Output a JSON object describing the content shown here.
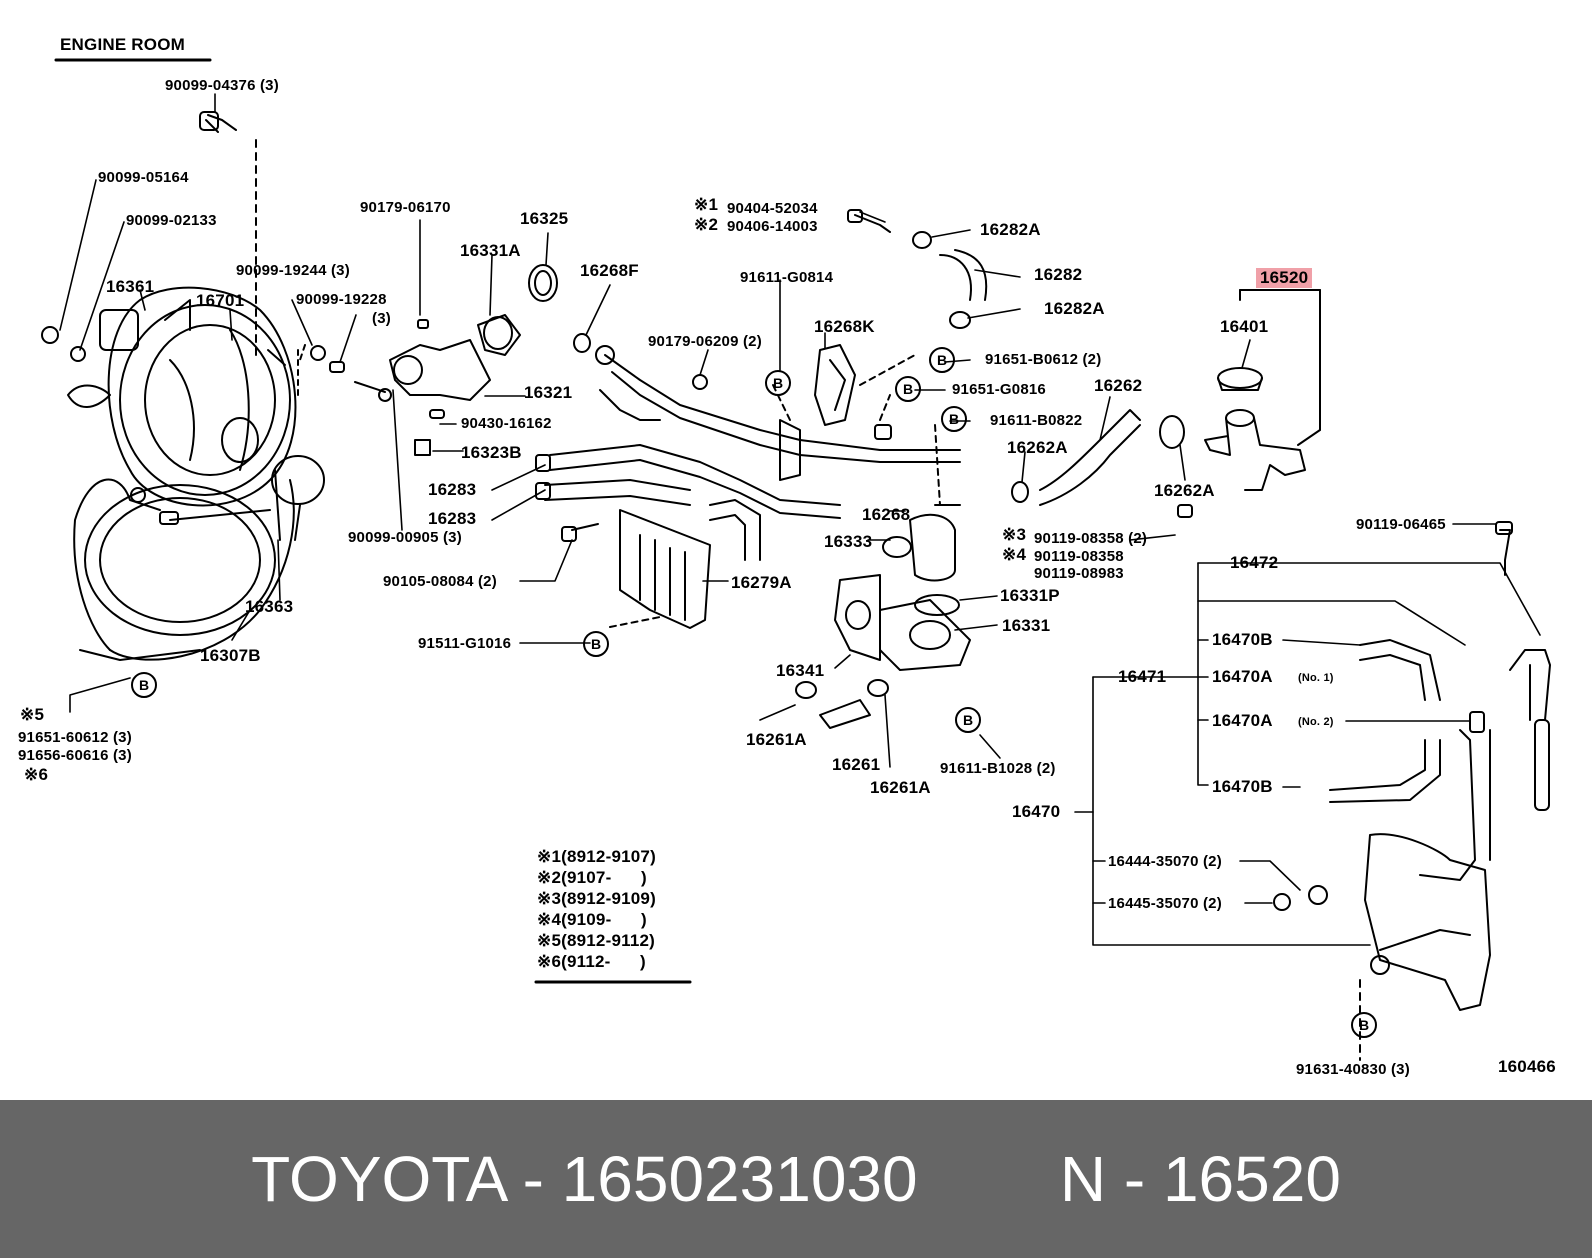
{
  "colors": {
    "highlight": "#f0a0a8",
    "footer_bg": "#666666",
    "footer_text": "#ffffff"
  },
  "diagram": {
    "section_title": "ENGINE ROOM",
    "figure_number": "160466",
    "bolt_marker": "B",
    "labels": {
      "l1": "90099-04376 (3)",
      "l2": "90099-05164",
      "l3": "90099-02133",
      "l4": "16361",
      "l5": "16701",
      "l6": "90099-19244 (3)",
      "l7": "90099-19228",
      "l7b": "(3)",
      "l8": "90179-06170",
      "l9": "16331A",
      "l10": "16325",
      "l11": "16268F",
      "l12": "16321",
      "l13": "90430-16162",
      "l14": "16323B",
      "l15": "16283",
      "l16": "16283",
      "l17": "90099-00905 (3)",
      "l18": "16363",
      "l19": "16307B",
      "l20": "※5",
      "l21": "91651-60612 (3)",
      "l22": "91656-60616 (3)",
      "l23": "※6",
      "l24": "90105-08084 (2)",
      "l25": "91511-G1016",
      "l26": "16279A",
      "l27": "※1",
      "l28": "90404-52034",
      "l29": "※2",
      "l30": "90406-14003",
      "l31": "16282A",
      "l32": "16282",
      "l33": "16282A",
      "l34": "91611-G0814",
      "l35": "16268K",
      "l36": "90179-06209 (2)",
      "l37": "91651-B0612 (2)",
      "l38": "91651-G0816",
      "l39": "91611-B0822",
      "l40": "16262",
      "l41": "16262A",
      "l42": "16262A",
      "l43": "16268",
      "l44": "16333",
      "l45": "※3",
      "l46": "90119-08358 (2)",
      "l47": "※4",
      "l48": "90119-08358",
      "l49": "90119-08983",
      "l50": "16331P",
      "l51": "16331",
      "l52": "16341",
      "l53": "16261A",
      "l54": "16261",
      "l55": "16261A",
      "l56": "91611-B1028 (2)",
      "l57": "16520",
      "l58": "16401",
      "l59": "90119-06465",
      "l60": "16472",
      "l61": "16470B",
      "l62": "16471",
      "l63": "16470A",
      "l64": "(No. 1)",
      "l65": "16470A",
      "l66": "(No. 2)",
      "l67": "16470B",
      "l68": "16470",
      "l69": "16444-35070 (2)",
      "l70": "16445-35070 (2)",
      "l71": "91631-40830 (3)"
    },
    "legend": [
      {
        "mark": "※1",
        "range": "(8912-9107)"
      },
      {
        "mark": "※2",
        "range": "(9107-      )"
      },
      {
        "mark": "※3",
        "range": "(8912-9109)"
      },
      {
        "mark": "※4",
        "range": "(9109-      )"
      },
      {
        "mark": "※5",
        "range": "(8912-9112)"
      },
      {
        "mark": "※6",
        "range": "(9112-      )"
      }
    ]
  },
  "footer": {
    "brand": "TOYOTA",
    "part_number": "1650231030",
    "separator": " - ",
    "gap": "        ",
    "prefix": "N",
    "part_code": "16520"
  }
}
